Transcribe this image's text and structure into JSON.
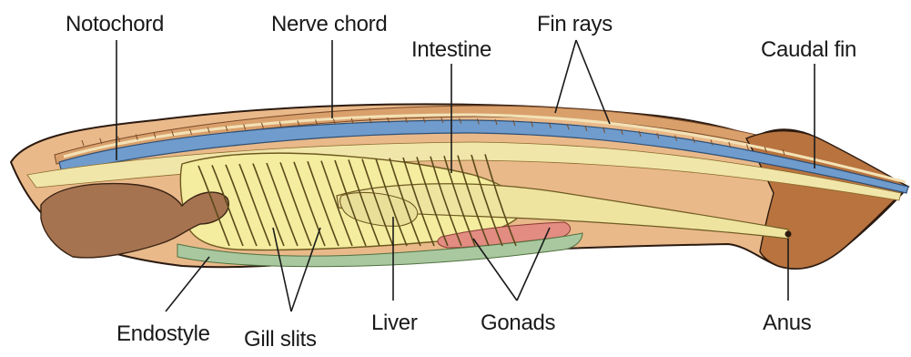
{
  "labels": {
    "notochord": "Notochord",
    "nerve_chord": "Nerve chord",
    "intestine": "Intestine",
    "fin_rays": "Fin rays",
    "caudal_fin": "Caudal fin",
    "endostyle": "Endostyle",
    "gill_slits": "Gill slits",
    "liver": "Liver",
    "gonads": "Gonads",
    "anus": "Anus"
  },
  "colors": {
    "body_outline": "#2b1a10",
    "skin_orange": "#e9b98a",
    "fin_fold": "#d9a06c",
    "caudal_fin": "#b8733f",
    "notochord_blue": "#6f9ccc",
    "pharynx_yellow": "#f4ec9e",
    "oral_brown": "#a67350",
    "gonads_pink": "#e28c82",
    "endostyle_green": "#a9c8a0",
    "background": "#ffffff"
  }
}
